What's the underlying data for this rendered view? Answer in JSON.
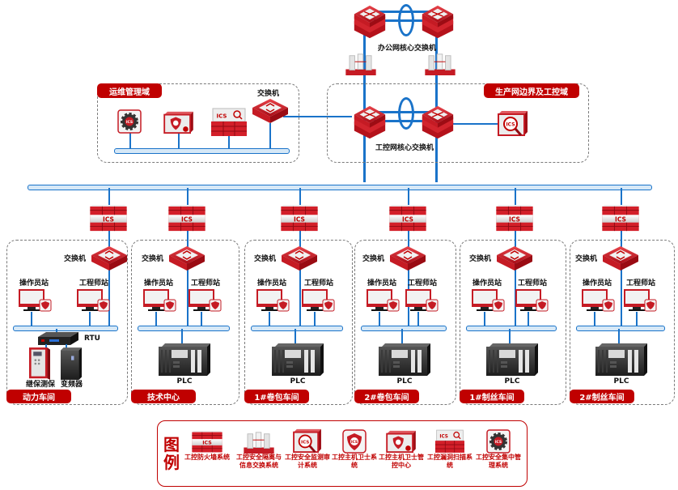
{
  "core": {
    "office_switch_label": "办公网核心交换机",
    "ics_switch_label": "工控网核心交换机"
  },
  "zones": {
    "ops": {
      "title": "运维管理域",
      "switch_label": "交换机"
    },
    "prod": {
      "title": "生产网边界及工控域"
    }
  },
  "workshops": [
    {
      "title": "动力车间",
      "switch_label": "交换机",
      "op_station": "操作员站",
      "eng_station": "工程师站",
      "rtu_label": "RTU",
      "dev1": "继保测保",
      "dev2": "变频器"
    },
    {
      "title": "技术中心",
      "switch_label": "交换机",
      "op_station": "操作员站",
      "eng_station": "工程师站",
      "plc_label": "PLC"
    },
    {
      "title": "1#卷包车间",
      "switch_label": "交换机",
      "op_station": "操作员站",
      "eng_station": "工程师站",
      "plc_label": "PLC"
    },
    {
      "title": "2#卷包车间",
      "switch_label": "交换机",
      "op_station": "操作员站",
      "eng_station": "工程师站",
      "plc_label": "PLC"
    },
    {
      "title": "1#制丝车间",
      "switch_label": "交换机",
      "op_station": "操作员站",
      "eng_station": "工程师站",
      "plc_label": "PLC"
    },
    {
      "title": "2#制丝车间",
      "switch_label": "交换机",
      "op_station": "操作员站",
      "eng_station": "工程师站",
      "plc_label": "PLC"
    }
  ],
  "firewall_text": "ICS",
  "legend": {
    "title_line1": "图",
    "title_line2": "例",
    "items": [
      {
        "icon": "ics-firewall-icon",
        "label": "工控防火墙系统"
      },
      {
        "icon": "gatekeeper-icon",
        "label": "工控安全隔离与信息交换系统"
      },
      {
        "icon": "audit-icon",
        "label": "工控安全监测审计系统"
      },
      {
        "icon": "host-guard-icon",
        "label": "工控主机卫士系统"
      },
      {
        "icon": "host-guard-center-icon",
        "label": "工控主机卫士管控中心"
      },
      {
        "icon": "vuln-scan-icon",
        "label": "工控漏洞扫描系统"
      },
      {
        "icon": "security-mgmt-icon",
        "label": "工控安全集中管理系统"
      }
    ]
  },
  "colors": {
    "brand_red": "#c00000",
    "link_blue": "#1a73c9"
  }
}
